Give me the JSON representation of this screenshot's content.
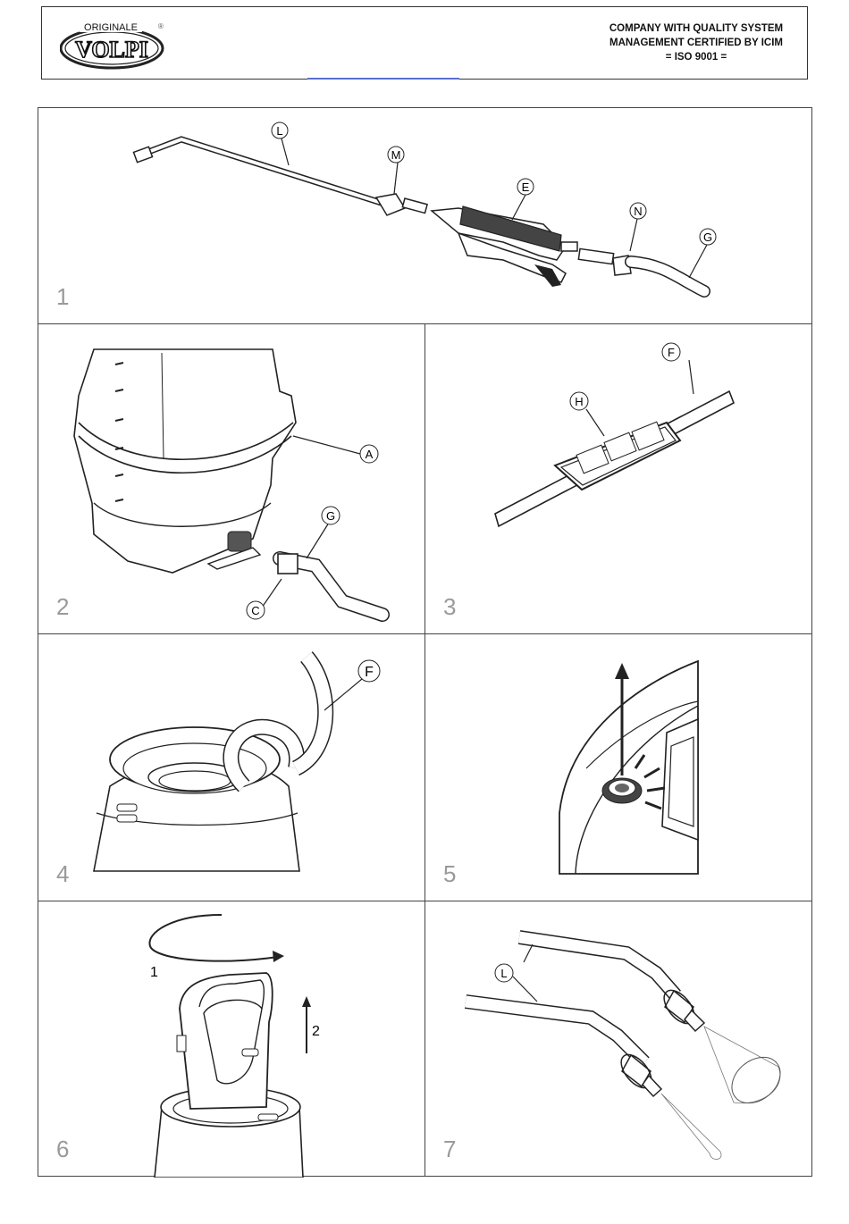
{
  "header": {
    "logo_top": "ORIGINALE",
    "logo_brand": "VOLPI",
    "logo_mark": "®",
    "cert_lines": [
      "COMPANY WITH QUALITY SYSTEM",
      "MANAGEMENT CERTIFIED BY ICIM",
      "= ISO 9001 ="
    ]
  },
  "panels": [
    {
      "number": "1",
      "callouts": [
        "L",
        "M",
        "E",
        "N",
        "G"
      ]
    },
    {
      "number": "2",
      "callouts": [
        "A",
        "G",
        "C"
      ]
    },
    {
      "number": "3",
      "callouts": [
        "F",
        "H"
      ]
    },
    {
      "number": "4",
      "callouts": [
        "F"
      ]
    },
    {
      "number": "5",
      "callouts": []
    },
    {
      "number": "6",
      "callouts": [],
      "step_labels": [
        "1",
        "2"
      ]
    },
    {
      "number": "7",
      "callouts": [
        "L"
      ]
    }
  ],
  "colors": {
    "border": "#444444",
    "panel_number": "#9a9a9a",
    "accent_line": "#5a6fcf"
  }
}
